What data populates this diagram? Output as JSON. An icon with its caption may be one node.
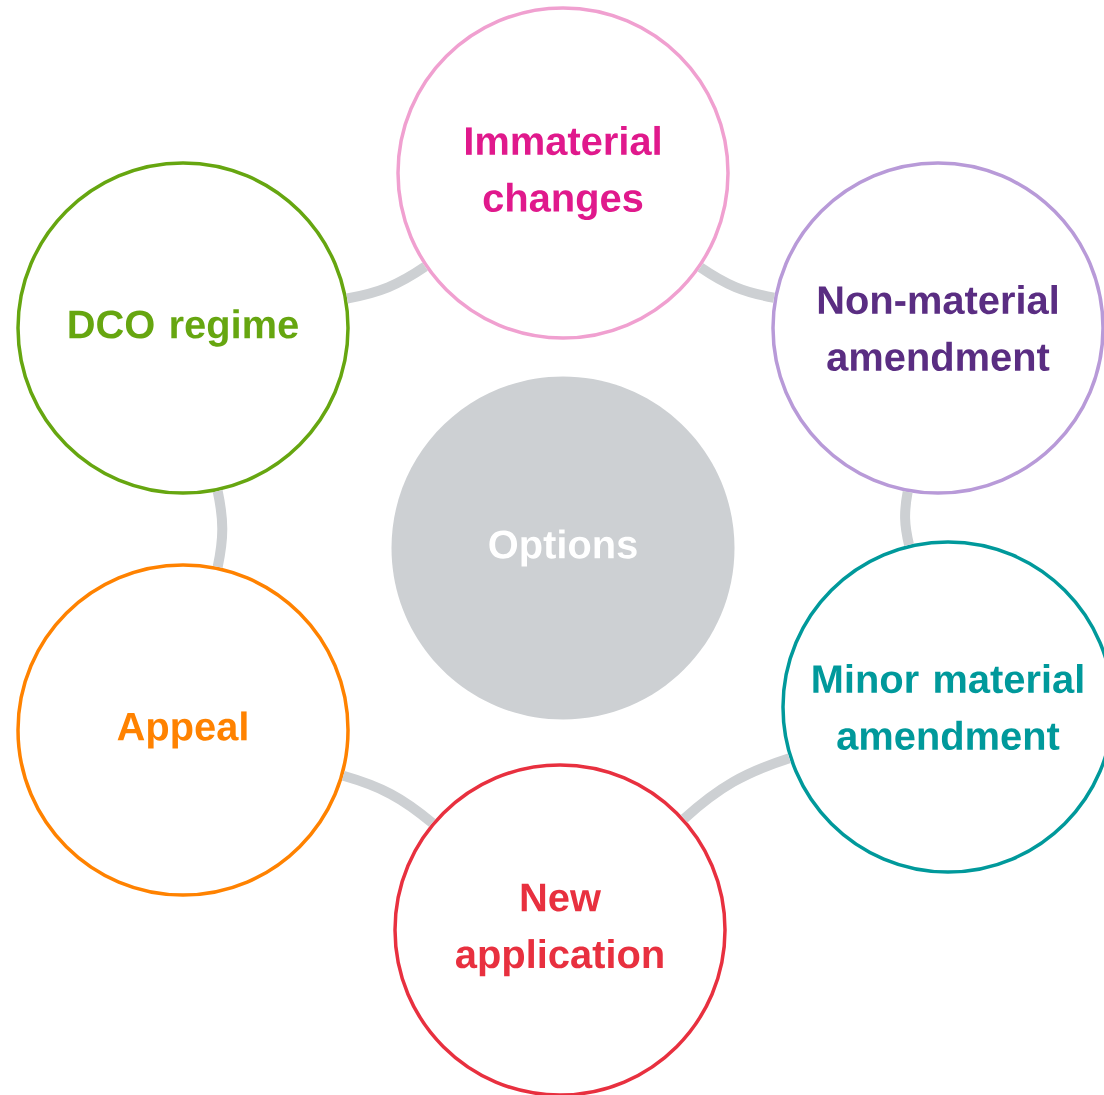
{
  "diagram": {
    "nodes": [
      {
        "text": [
          "Options"
        ]
      },
      {
        "text": [
          "DCO regime"
        ]
      },
      {
        "text": [
          "Immaterial changes"
        ]
      },
      {
        "text": [
          "Non-material amendment"
        ]
      },
      {
        "text": [
          "Minor material amendment"
        ]
      },
      {
        "text": [
          "New application"
        ]
      },
      {
        "text": [
          "Appeal"
        ]
      }
    ],
    "edges": [
      {
        "from": 1,
        "to": 2,
        "arrow": "none"
      },
      {
        "from": 2,
        "to": 3,
        "arrow": "none"
      },
      {
        "from": 3,
        "to": 4,
        "arrow": "none"
      },
      {
        "from": 4,
        "to": 5,
        "arrow": "none"
      },
      {
        "from": 5,
        "to": 6,
        "arrow": "none"
      },
      {
        "from": 6,
        "to": 1,
        "arrow": "none"
      }
    ]
  }
}
